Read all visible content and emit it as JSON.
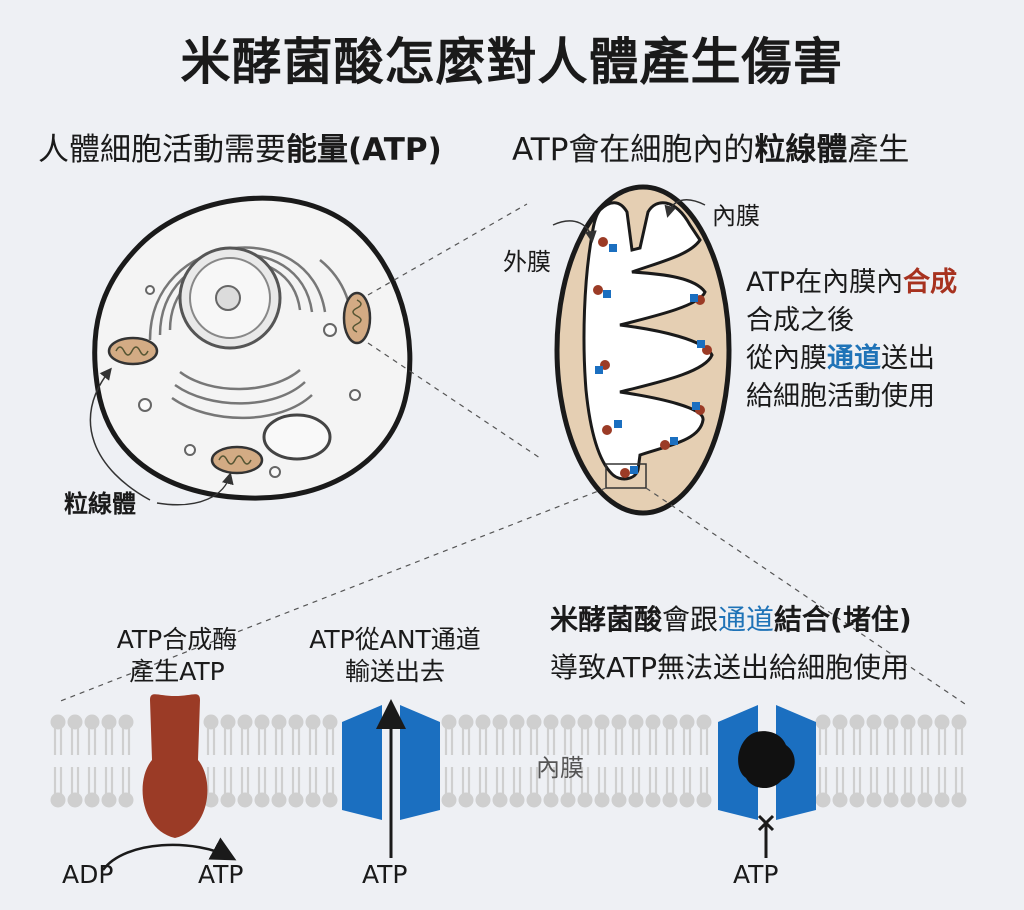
{
  "title": "米酵菌酸怎麼對人體產生傷害",
  "left_heading": {
    "pre": "人體細胞活動需要",
    "bold": "能量(ATP)"
  },
  "right_heading": {
    "pre": "ATP會在細胞內的",
    "bold": "粒線體",
    "post": "產生"
  },
  "cell_label": "粒線體",
  "mito_labels": {
    "inner": "內膜",
    "outer": "外膜"
  },
  "mito_note": {
    "line1_pre": "ATP在內膜內",
    "line1_red": "合成",
    "line2": "合成之後",
    "line3_pre": "從內膜",
    "line3_blue": "通道",
    "line3_post": "送出",
    "line4": "給細胞活動使用"
  },
  "bottom_note": {
    "line1_b1": "米酵菌酸",
    "line1_mid": "會跟",
    "line1_blue": "通道",
    "line1_b2": "結合(堵住)",
    "line2": "導致ATP無法送出給細胞使用"
  },
  "synthase_label": {
    "line1": "ATP合成酶",
    "line2": "產生ATP"
  },
  "ant_label": {
    "line1": "ATP從ANT通道",
    "line2": "輸送出去"
  },
  "membrane_label": "內膜",
  "bottom_atp": {
    "adp": "ADP",
    "atp1": "ATP",
    "atp2": "ATP",
    "atp3": "ATP"
  },
  "colors": {
    "brown": "#9b3b26",
    "blue": "#1b6fc0",
    "beige": "#e5cfb3",
    "bilayer": "#cfcfcf"
  }
}
